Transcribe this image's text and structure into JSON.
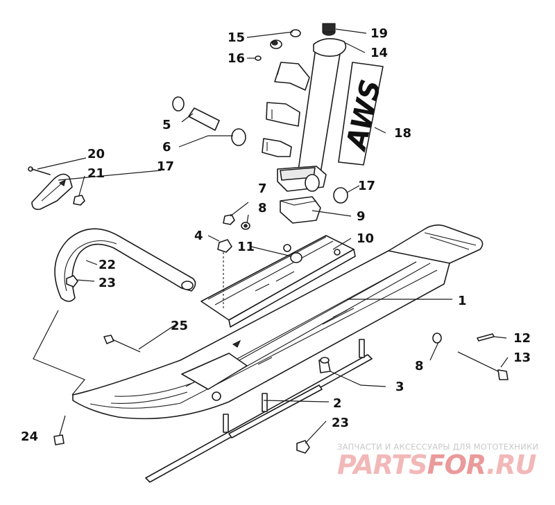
{
  "callouts": [
    {
      "id": "c1",
      "label": "1"
    },
    {
      "id": "c2",
      "label": "2"
    },
    {
      "id": "c3",
      "label": "3"
    },
    {
      "id": "c4",
      "label": "4"
    },
    {
      "id": "c5",
      "label": "5"
    },
    {
      "id": "c6",
      "label": "6"
    },
    {
      "id": "c7",
      "label": "7"
    },
    {
      "id": "c8a",
      "label": "8"
    },
    {
      "id": "c8b",
      "label": "8"
    },
    {
      "id": "c9",
      "label": "9"
    },
    {
      "id": "c10",
      "label": "10"
    },
    {
      "id": "c11",
      "label": "11"
    },
    {
      "id": "c12",
      "label": "12"
    },
    {
      "id": "c13",
      "label": "13"
    },
    {
      "id": "c14",
      "label": "14"
    },
    {
      "id": "c15",
      "label": "15"
    },
    {
      "id": "c16",
      "label": "16"
    },
    {
      "id": "c17a",
      "label": "17"
    },
    {
      "id": "c17b",
      "label": "17"
    },
    {
      "id": "c18",
      "label": "18"
    },
    {
      "id": "c19",
      "label": "19"
    },
    {
      "id": "c20",
      "label": "20"
    },
    {
      "id": "c21",
      "label": "21"
    },
    {
      "id": "c22",
      "label": "22"
    },
    {
      "id": "c23a",
      "label": "23"
    },
    {
      "id": "c23b",
      "label": "23"
    },
    {
      "id": "c24",
      "label": "24"
    },
    {
      "id": "c25",
      "label": "25"
    }
  ],
  "decal_text": "AWS",
  "watermark": {
    "subtitle": "ЗАПЧАСТИ И АКСЕССУАРЫ ДЛЯ МОТОТЕХНИКИ",
    "logo_part1": "PARTS",
    "logo_part2": "FOR",
    "logo_part3": ".RU",
    "logo_color": "#f2b8b8",
    "logo_accent": "#ea9a9a"
  }
}
